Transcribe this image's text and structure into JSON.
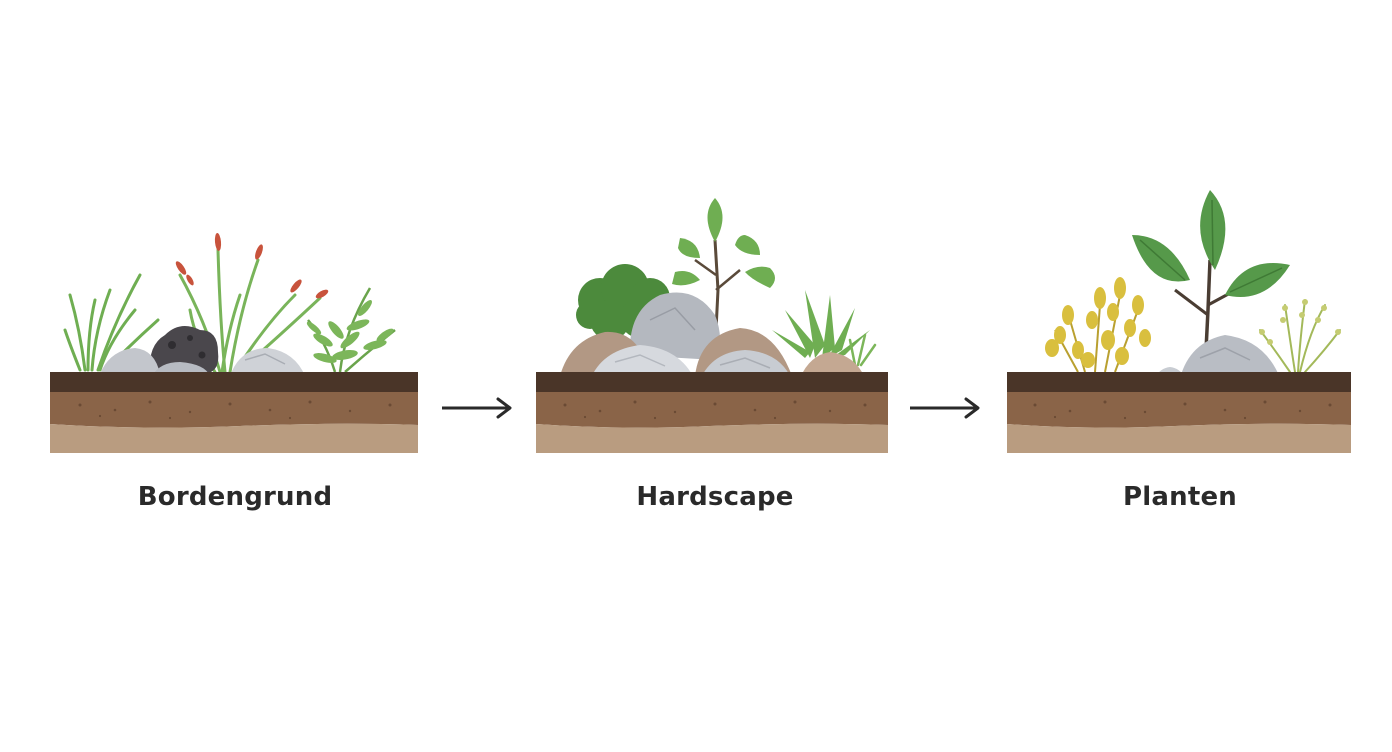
{
  "steps": [
    {
      "label": "Bordengrund"
    },
    {
      "label": "Hardscape"
    },
    {
      "label": "Planten"
    }
  ],
  "colors": {
    "topsoil": "#4a3528",
    "midsoil": "#8a6448",
    "subsoil": "#b99c80",
    "rock_light": "#c9cdd3",
    "rock_warm": "#b29884",
    "leaf_green": "#5b9a4d",
    "grass_green": "#7cb65a",
    "flower_red": "#c8533c",
    "yellow_plant": "#d9bf3e",
    "arrow": "#2a2a2a",
    "label_text": "#2a2a2a"
  }
}
